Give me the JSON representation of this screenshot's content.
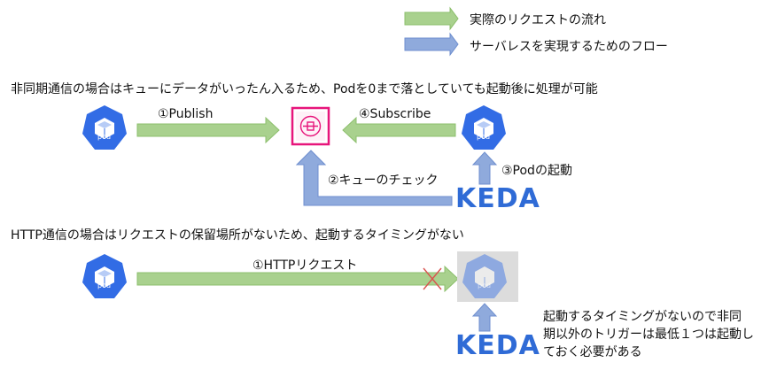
{
  "legend": {
    "green_label": "実際のリクエストの流れ",
    "blue_label": "サーバレスを実現するためのフロー"
  },
  "section1": {
    "heading": "非同期通信の場合はキューにデータがいったん入るため、Podを0まで落としていても起動後に処理が可能",
    "publish_label": "①Publish",
    "subscribe_label": "④Subscribe",
    "queue_check_label": "②キューのチェック",
    "pod_start_label": "③Podの起動"
  },
  "section2": {
    "heading": "HTTP通信の場合はリクエストの保留場所がないため、起動するタイミングがない",
    "http_label": "①HTTPリクエスト",
    "note_lines": [
      "起動するタイミングがないので非同",
      "期以外のトリガーは最低１つは起動し",
      "ておく必要がある"
    ]
  },
  "icons": {
    "pod_text": "pod",
    "keda_text": "KEDA"
  },
  "colors": {
    "green_arrow_fill": "#a9d18e",
    "green_arrow_stroke": "#8cbf6c",
    "blue_arrow_fill": "#8faadc",
    "blue_arrow_stroke": "#6f8fcf",
    "pod_blue": "#326ce5",
    "queue_pink": "#e7157b",
    "keda_blue": "#2f6bd6"
  }
}
